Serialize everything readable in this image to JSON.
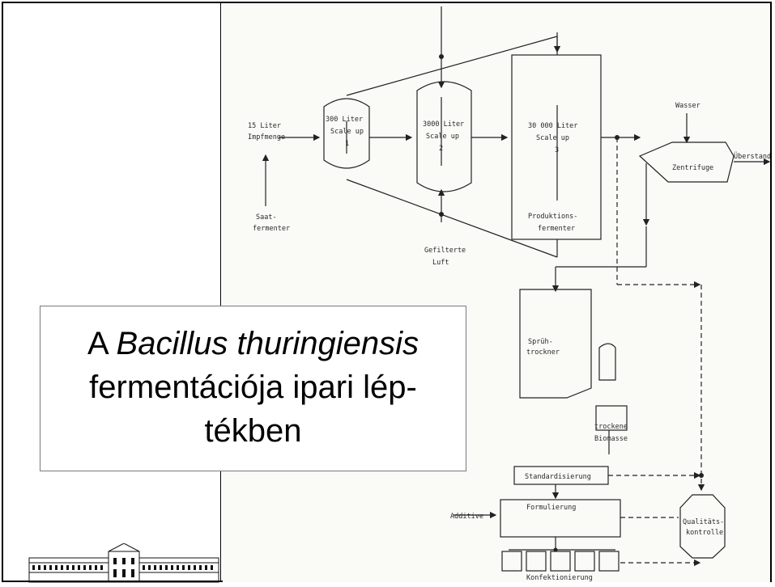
{
  "slide": {
    "title_prefix": "A",
    "title_species": "Bacillus thuringiensis",
    "title_line2": "fermentációja ipari lép-",
    "title_line3": "tékben"
  },
  "diagram": {
    "inoculum": [
      "15 Liter",
      "Impfmenge"
    ],
    "seed": [
      "Saat-",
      "fermenter"
    ],
    "fermenter1": [
      "300 Liter",
      "Scale up",
      "1"
    ],
    "fermenter2": [
      "3000 Liter",
      "Scale up",
      "2"
    ],
    "fermenter3": [
      "30 000 Liter",
      "Scale up",
      "3"
    ],
    "production": [
      "Produktions-",
      "fermenter"
    ],
    "air": [
      "Gefilterte",
      "Luft"
    ],
    "water": "Wasser",
    "centrifuge": "Zentrifuge",
    "supernatant": "Überstand",
    "spray_dryer": [
      "Sprüh-",
      "trockner"
    ],
    "dry_biomass": [
      "trockene",
      "Biomasse"
    ],
    "standardization": "Standardisierung",
    "formulation": "Formulierung",
    "additive": "Additive",
    "quality": [
      "Qualitäts-",
      "kontrolle"
    ],
    "packaging": "Konfektionierung"
  }
}
